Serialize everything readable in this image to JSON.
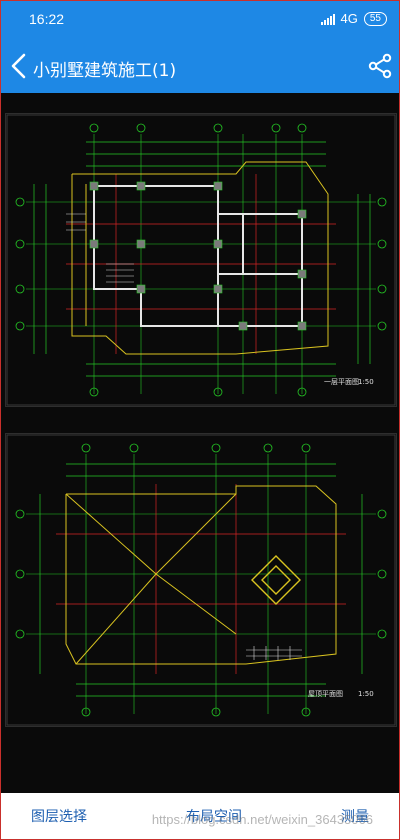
{
  "status": {
    "time": "16:22",
    "network": "4G",
    "battery": "55"
  },
  "header": {
    "title": "小别墅建筑施工(1)"
  },
  "drawing": {
    "top_sheet_label": "一层平面图",
    "top_sheet_scale": "1:50",
    "bottom_sheet_label": "屋顶平面图",
    "bottom_sheet_scale": "1:50"
  },
  "toolbar": {
    "layers_label": "图层选择",
    "layout_label": "布局空间",
    "measure_label": "测量"
  },
  "watermark": "https://blog.csdn.net/weixin_36435066",
  "colors": {
    "accent": "#1e88e5",
    "cad_background": "#0a0a0a"
  }
}
